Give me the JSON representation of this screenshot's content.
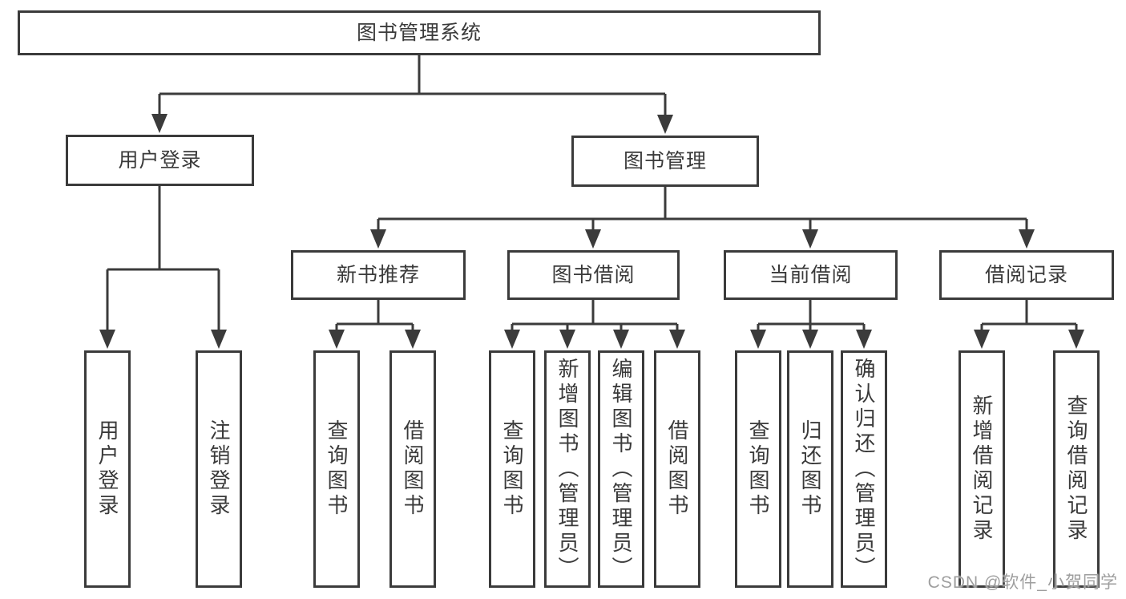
{
  "diagram": {
    "watermark": "CSDN @软件_小贺同学",
    "colors": {
      "line": "#3b3b3b",
      "text": "#3a3a3a",
      "background": "#ffffff",
      "watermark": "#9e9e9e"
    },
    "tree": {
      "label": "图书管理系统",
      "children": [
        {
          "label": "用户登录",
          "children": [
            {
              "label": "用户登录"
            },
            {
              "label": "注销登录"
            }
          ]
        },
        {
          "label": "图书管理",
          "children": [
            {
              "label": "新书推荐",
              "children": [
                {
                  "label": "查询图书"
                },
                {
                  "label": "借阅图书"
                }
              ]
            },
            {
              "label": "图书借阅",
              "children": [
                {
                  "label": "查询图书"
                },
                {
                  "label": "新增图书（管理员）"
                },
                {
                  "label": "编辑图书（管理员）"
                },
                {
                  "label": "借阅图书"
                }
              ]
            },
            {
              "label": "当前借阅",
              "children": [
                {
                  "label": "查询图书"
                },
                {
                  "label": "归还图书"
                },
                {
                  "label": "确认归还（管理员）"
                }
              ]
            },
            {
              "label": "借阅记录",
              "children": [
                {
                  "label": "新增借阅记录"
                },
                {
                  "label": "查询借阅记录"
                }
              ]
            }
          ]
        }
      ]
    }
  }
}
